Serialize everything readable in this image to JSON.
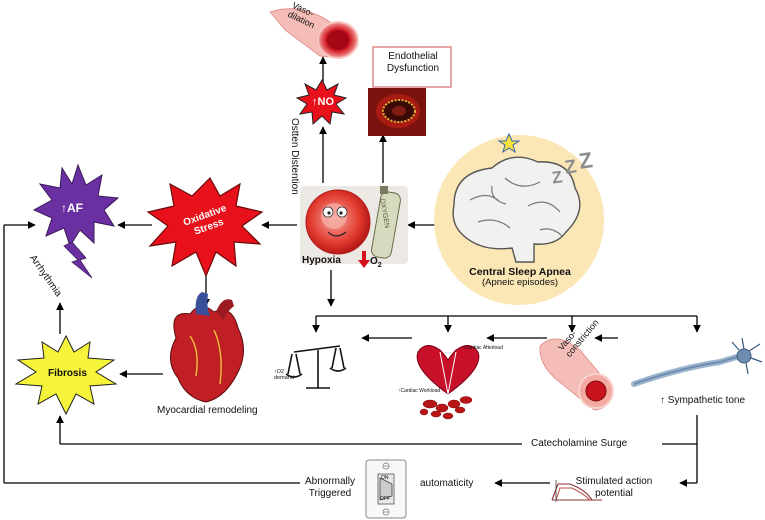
{
  "nodes": {
    "vasodilation": {
      "line1": "Vaso-",
      "line2": "dilation"
    },
    "no": {
      "arrow": "↑",
      "label": "NO"
    },
    "ostensten": {
      "label": "Ostten Distention"
    },
    "endothelial": {
      "line1": "Endothelial",
      "line2": "Dysfunction"
    },
    "af": {
      "arrow": "↑",
      "label": "AF"
    },
    "arrhythmia": {
      "label": "Arrhythmia"
    },
    "oxidative": {
      "line1": "Oxidative",
      "line2": "Stress"
    },
    "hypoxia": {
      "label": "Hypoxia",
      "o2": "O",
      "o2_sub": "2",
      "tank": "OXYGEN"
    },
    "csa": {
      "title": "Central Sleep Apnea",
      "sub": "(Apneic episodes)",
      "z": "Z"
    },
    "fibrosis": {
      "label": "Fibrosis"
    },
    "myocardial": {
      "label": "Myocardial remodeling"
    },
    "scale": {
      "line1": "↑O2",
      "line2": "demand"
    },
    "heart_load": {
      "afterload": "↑Cardiac Afterload",
      "workload": "↑Cardiac Workload"
    },
    "vasoconstriction": {
      "line1": "Vaso-",
      "line2": "constriction"
    },
    "sympathetic": {
      "label": "↑ Sympathetic tone"
    },
    "catecholamine": {
      "label": "Catecholamine Surge"
    },
    "stimulated": {
      "line1": "Stimulated action",
      "line2": "potential"
    },
    "automaticity": {
      "label": "automaticity"
    },
    "abnormal": {
      "line1": "Abnormally",
      "line2": "Triggered"
    },
    "switch": {
      "on": "ON",
      "off": "OFF"
    }
  },
  "colors": {
    "star_purple": "#6a2fa0",
    "star_red": "#e8101a",
    "star_yellow": "#f6f43a",
    "apnea_circle": "#fbe7b5",
    "vessel_pink": "#f3b5b0",
    "vessel_red": "#c8121e",
    "heart_red": "#c01f26"
  }
}
